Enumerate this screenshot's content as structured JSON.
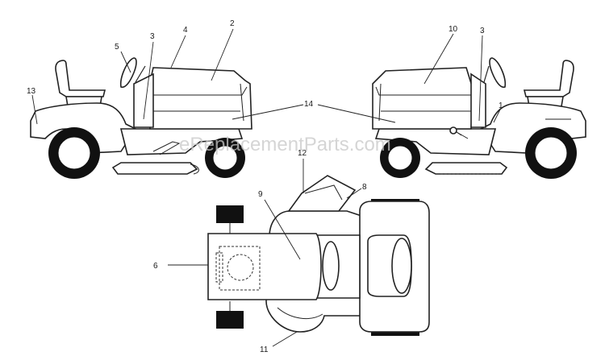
{
  "diagram": {
    "callouts": [
      {
        "id": "c1",
        "text": "1"
      },
      {
        "id": "c2",
        "text": "2"
      },
      {
        "id": "c3a",
        "text": "3"
      },
      {
        "id": "c3b",
        "text": "3"
      },
      {
        "id": "c4",
        "text": "4"
      },
      {
        "id": "c5",
        "text": "5"
      },
      {
        "id": "c6",
        "text": "6"
      },
      {
        "id": "c8",
        "text": "8"
      },
      {
        "id": "c9",
        "text": "9"
      },
      {
        "id": "c10",
        "text": "10"
      },
      {
        "id": "c11",
        "text": "11"
      },
      {
        "id": "c12",
        "text": "12"
      },
      {
        "id": "c13",
        "text": "13"
      },
      {
        "id": "c14",
        "text": "14"
      }
    ],
    "watermark": "eReplacementParts.com",
    "colors": {
      "line": "#222222",
      "background": "#ffffff",
      "watermark": "#c8c8c8",
      "tire": "#111111"
    }
  }
}
